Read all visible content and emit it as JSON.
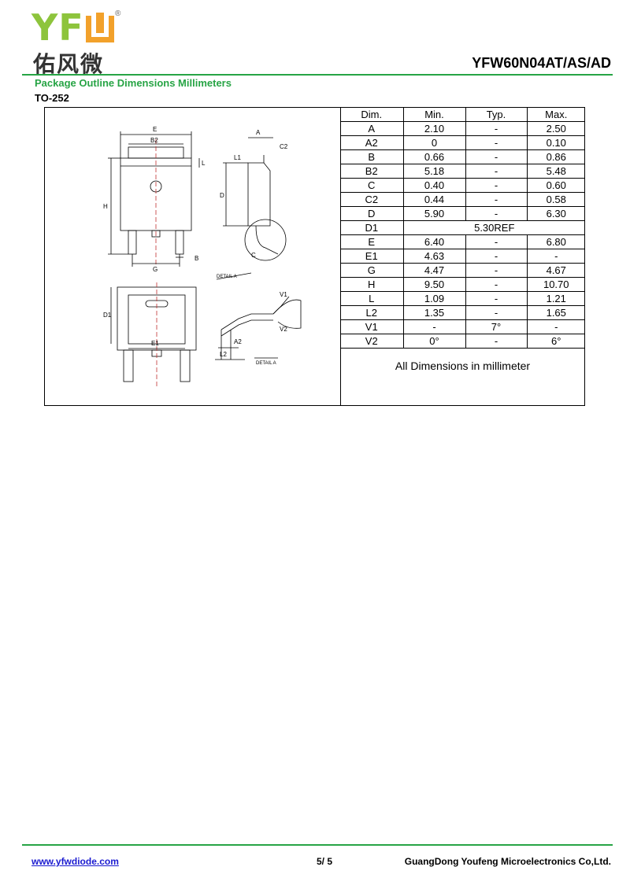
{
  "header": {
    "logo_letters": "YF",
    "logo_chinese": "佑风微",
    "logo_registered": "®",
    "part_number": "YFW60N04AT/AS/AD"
  },
  "section": {
    "title": "Package Outline Dimensions Millimeters",
    "package": "TO-252"
  },
  "drawing_labels": {
    "E": "E",
    "B2": "B2",
    "H": "H",
    "L": "L",
    "G": "G",
    "B": "B",
    "A": "A",
    "C2": "C2",
    "D": "D",
    "L1": "L1",
    "C": "C",
    "detail_a_1": "DETAIL A",
    "D1": "D1",
    "E1": "E1",
    "V1": "V1",
    "V2": "V2",
    "A2": "A2",
    "L2": "L2",
    "detail_a_2": "DETAIL A"
  },
  "table": {
    "headers": [
      "Dim.",
      "Min.",
      "Typ.",
      "Max."
    ],
    "rows": [
      [
        "A",
        "2.10",
        "-",
        "2.50"
      ],
      [
        "A2",
        "0",
        "-",
        "0.10"
      ],
      [
        "B",
        "0.66",
        "-",
        "0.86"
      ],
      [
        "B2",
        "5.18",
        "-",
        "5.48"
      ],
      [
        "C",
        "0.40",
        "-",
        "0.60"
      ],
      [
        "C2",
        "0.44",
        "-",
        "0.58"
      ],
      [
        "D",
        "5.90",
        "-",
        "6.30"
      ],
      [
        "D1",
        "5.30REF"
      ],
      [
        "E",
        "6.40",
        "-",
        "6.80"
      ],
      [
        "E1",
        "4.63",
        "-",
        "-"
      ],
      [
        "G",
        "4.47",
        "-",
        "4.67"
      ],
      [
        "H",
        "9.50",
        "-",
        "10.70"
      ],
      [
        "L",
        "1.09",
        "-",
        "1.21"
      ],
      [
        "L2",
        "1.35",
        "-",
        "1.65"
      ],
      [
        "V1",
        "-",
        "7°",
        "-"
      ],
      [
        "V2",
        "0°",
        "-",
        "6°"
      ]
    ],
    "note": "All Dimensions in millimeter"
  },
  "footer": {
    "url": "www.yfwdiode.com",
    "page": "5/ 5",
    "company": "GuangDong Youfeng Microelectronics Co,Ltd."
  }
}
